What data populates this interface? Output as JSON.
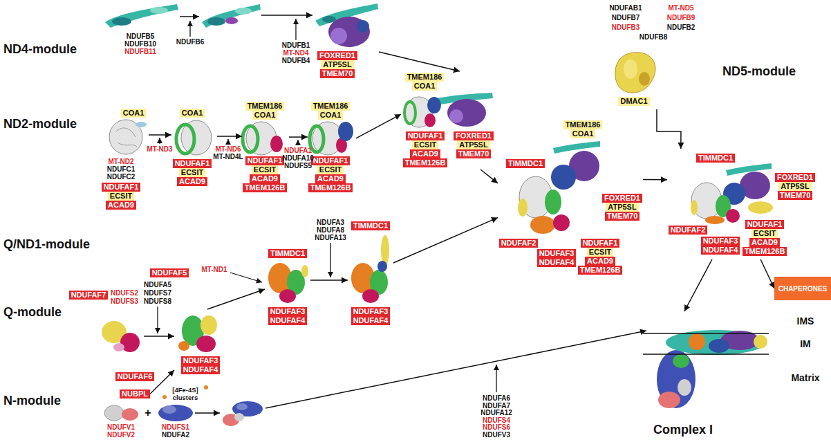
{
  "diagram": {
    "nodes": [
      {
        "text": []
      },
      {
        "text": []
      },
      {
        "text": []
      },
      {
        "text": [
          "FOXRED1"
        ],
        "in": 2
      },
      {
        "text": [
          "ATP5SL"
        ],
        "in": 2
      },
      {
        "text": [
          "TMEM70"
        ],
        "in": 2
      },
      {
        "text": []
      },
      {
        "text": [
          "COA1"
        ],
        "in": 6
      },
      {
        "text": [
          "NDUFAF1"
        ],
        "in": 6
      },
      {
        "text": [
          "ECSIT"
        ],
        "in": 6
      },
      {
        "text": [
          "ACAD9"
        ],
        "in": 6
      },
      {
        "text": []
      },
      {
        "text": [
          "COA1"
        ],
        "in": 11
      },
      {
        "text": [
          "NDUFAF1"
        ],
        "in": 11
      },
      {
        "text": [
          "ECSIT"
        ],
        "in": 11
      },
      {
        "text": [
          "ACAD9"
        ],
        "in": 11
      },
      {
        "text": []
      },
      {
        "text": [
          "TMEM186"
        ],
        "in": 16
      },
      {
        "text": [
          "COA1"
        ],
        "in": 16
      },
      {
        "text": [
          "NDUFAF1"
        ],
        "in": 16
      },
      {
        "text": [
          "ECSIT"
        ],
        "in": 16
      },
      {
        "text": [
          "ACAD9"
        ],
        "in": 16
      },
      {
        "text": [
          "TMEM126B"
        ],
        "in": 16
      },
      {
        "text": []
      },
      {
        "text": [
          "TMEM186"
        ],
        "in": 23
      },
      {
        "text": [
          "COA1"
        ],
        "in": 23
      },
      {
        "text": [
          "NDUFAF1"
        ],
        "in": 23
      },
      {
        "text": [
          "ECSIT"
        ],
        "in": 23
      },
      {
        "text": [
          "ACAD9"
        ],
        "in": 23
      },
      {
        "text": [
          "TMEM126B"
        ],
        "in": 23
      },
      {
        "text": []
      },
      {
        "text": [
          "TMEM186"
        ],
        "in": 30
      },
      {
        "text": [
          "COA1"
        ],
        "in": 30
      },
      {
        "text": [
          "NDUFAF1"
        ],
        "in": 30
      },
      {
        "text": [
          "ECSIT"
        ],
        "in": 30
      },
      {
        "text": [
          "ACAD9"
        ],
        "in": 30
      },
      {
        "text": [
          "TMEM126B"
        ],
        "in": 30
      },
      {
        "text": [
          "FOXRED1"
        ],
        "in": 30
      },
      {
        "text": [
          "ATP5SL"
        ],
        "in": 30
      },
      {
        "text": [
          "TMEM70"
        ],
        "in": 30
      },
      {
        "text": []
      },
      {
        "text": [
          "DMAC1"
        ],
        "in": 40
      },
      {
        "text": []
      },
      {
        "text": [
          "TMEM186"
        ],
        "in": 42
      },
      {
        "text": [
          "COA1"
        ],
        "in": 42
      },
      {
        "text": [
          "TIMMDC1"
        ],
        "in": 42
      },
      {
        "text": [
          "NDUFAF2"
        ],
        "in": 42
      },
      {
        "text": [
          "NDUFAF3"
        ],
        "in": 42
      },
      {
        "text": [
          "NDUFAF4"
        ],
        "in": 42
      },
      {
        "text": [
          "NDUFAF1"
        ],
        "in": 42
      },
      {
        "text": [
          "ECSIT"
        ],
        "in": 42
      },
      {
        "text": [
          "ACAD9"
        ],
        "in": 42
      },
      {
        "text": [
          "TMEM126B"
        ],
        "in": 42
      },
      {
        "text": [
          "FOXRED1"
        ],
        "in": 42
      },
      {
        "text": [
          "ATP5SL"
        ],
        "in": 42
      },
      {
        "text": [
          "TMEM70"
        ],
        "in": 42
      },
      {
        "text": []
      },
      {
        "text": [
          "TIMMDC1"
        ],
        "in": 56
      },
      {
        "text": [
          "FOXRED1"
        ],
        "in": 56
      },
      {
        "text": [
          "ATP5SL"
        ],
        "in": 56
      },
      {
        "text": [
          "TMEM70"
        ],
        "in": 56
      },
      {
        "text": [
          "NDUFAF2"
        ],
        "in": 56
      },
      {
        "text": [
          "NDUFAF3"
        ],
        "in": 56
      },
      {
        "text": [
          "NDUFAF4"
        ],
        "in": 56
      },
      {
        "text": [
          "NDUFAF1"
        ],
        "in": 56
      },
      {
        "text": [
          "ECSIT"
        ],
        "in": 56
      },
      {
        "text": [
          "ACAD9"
        ],
        "in": 56
      },
      {
        "text": [
          "TMEM126B"
        ],
        "in": 56
      },
      {
        "text": [
          "CHAPERONES"
        ]
      },
      {
        "text": []
      },
      {
        "text": [
          "TIMMDC1"
        ],
        "in": 69
      },
      {
        "text": [
          "NDUFAF3"
        ],
        "in": 69
      },
      {
        "text": [
          "NDUFAF4"
        ],
        "in": 69
      },
      {
        "text": []
      },
      {
        "text": [
          "TIMMDC1"
        ],
        "in": 73
      },
      {
        "text": [
          "NDUFAF3"
        ],
        "in": 73
      },
      {
        "text": [
          "NDUFAF4"
        ],
        "in": 73
      },
      {
        "text": [
          "NDUFAF5"
        ]
      },
      {
        "text": [
          "NDUFAF7"
        ]
      },
      {
        "text": []
      },
      {
        "text": [
          "NDUFAF6"
        ]
      },
      {
        "text": []
      },
      {
        "text": [
          "NDUFAF3"
        ],
        "in": 81
      },
      {
        "text": [
          "NDUFAF4"
        ],
        "in": 81
      },
      {
        "text": [
          "NUBPL"
        ]
      },
      {
        "text": []
      },
      {
        "text": []
      },
      {
        "text": []
      },
      {
        "text": [
          "Complex I"
        ]
      }
    ],
    "edges": [
      {
        "from": 0,
        "to": 1,
        "arrow": "to"
      },
      {
        "from": 1,
        "to": 2,
        "arrow": "to"
      },
      {
        "from": 2,
        "to": 30,
        "arrow": "to"
      },
      {
        "from": 6,
        "to": 11,
        "arrow": "to"
      },
      {
        "from": 11,
        "to": 16,
        "arrow": "to"
      },
      {
        "from": 16,
        "to": 23,
        "arrow": "to"
      },
      {
        "from": 23,
        "to": 30,
        "arrow": "to"
      },
      {
        "from": 30,
        "to": 42,
        "arrow": "to"
      },
      {
        "from": 69,
        "to": 73,
        "arrow": "to"
      },
      {
        "from": 73,
        "to": 42,
        "arrow": "to"
      },
      {
        "from": 79,
        "to": 81,
        "arrow": "to"
      },
      {
        "from": 81,
        "to": 69,
        "arrow": "to"
      },
      {
        "from": 84,
        "to": 81,
        "arrow": "to"
      },
      {
        "from": 86,
        "to": 87,
        "arrow": "to"
      },
      {
        "from": 87,
        "to": 88,
        "arrow": "to"
      },
      {
        "from": 40,
        "to": 56,
        "arrow": "to"
      },
      {
        "from": 42,
        "to": 56,
        "arrow": "to"
      },
      {
        "from": 56,
        "to": 88,
        "arrow": "to"
      },
      {
        "from": 56,
        "to": 68,
        "arrow": "to"
      }
    ],
    "labels": [
      "ND4-module",
      "NDUFB5",
      "NDUFB10",
      "NDUFB11",
      "NDUFB6",
      "NDUFB1",
      "MT-ND4",
      "NDUFB4",
      "ND2-module",
      "MT-ND2",
      "NDUFC1",
      "NDUFC2",
      "MT-ND3",
      "MT-ND6",
      "MT-ND4L",
      "NDUFA1",
      "NDUFA10",
      "NDUFS5",
      "NDUFAB1",
      "MT-ND5",
      "NDUFB7",
      "NDUFB9",
      "NDUFB3",
      "NDUFB2",
      "NDUFB8",
      "ND5-module",
      "Q/ND1-module",
      "NDUFA3",
      "NDUFA8",
      "NDUFA13",
      "MT-ND1",
      "NDUFA5",
      "NDUFS2",
      "NDUFS7",
      "NDUFS3",
      "NDUFS8",
      "Q-module",
      "[4Fe-4S] clusters",
      "N-module",
      "NDUFV1",
      "NDUFV2",
      "+",
      "NDUFS1",
      "NDUFA2",
      "NDUFA6",
      "NDUFA7",
      "NDUFA12",
      "NDUFS4",
      "NDUFS6",
      "NDUFV3",
      "IMS",
      "IM",
      "Matrix"
    ]
  }
}
